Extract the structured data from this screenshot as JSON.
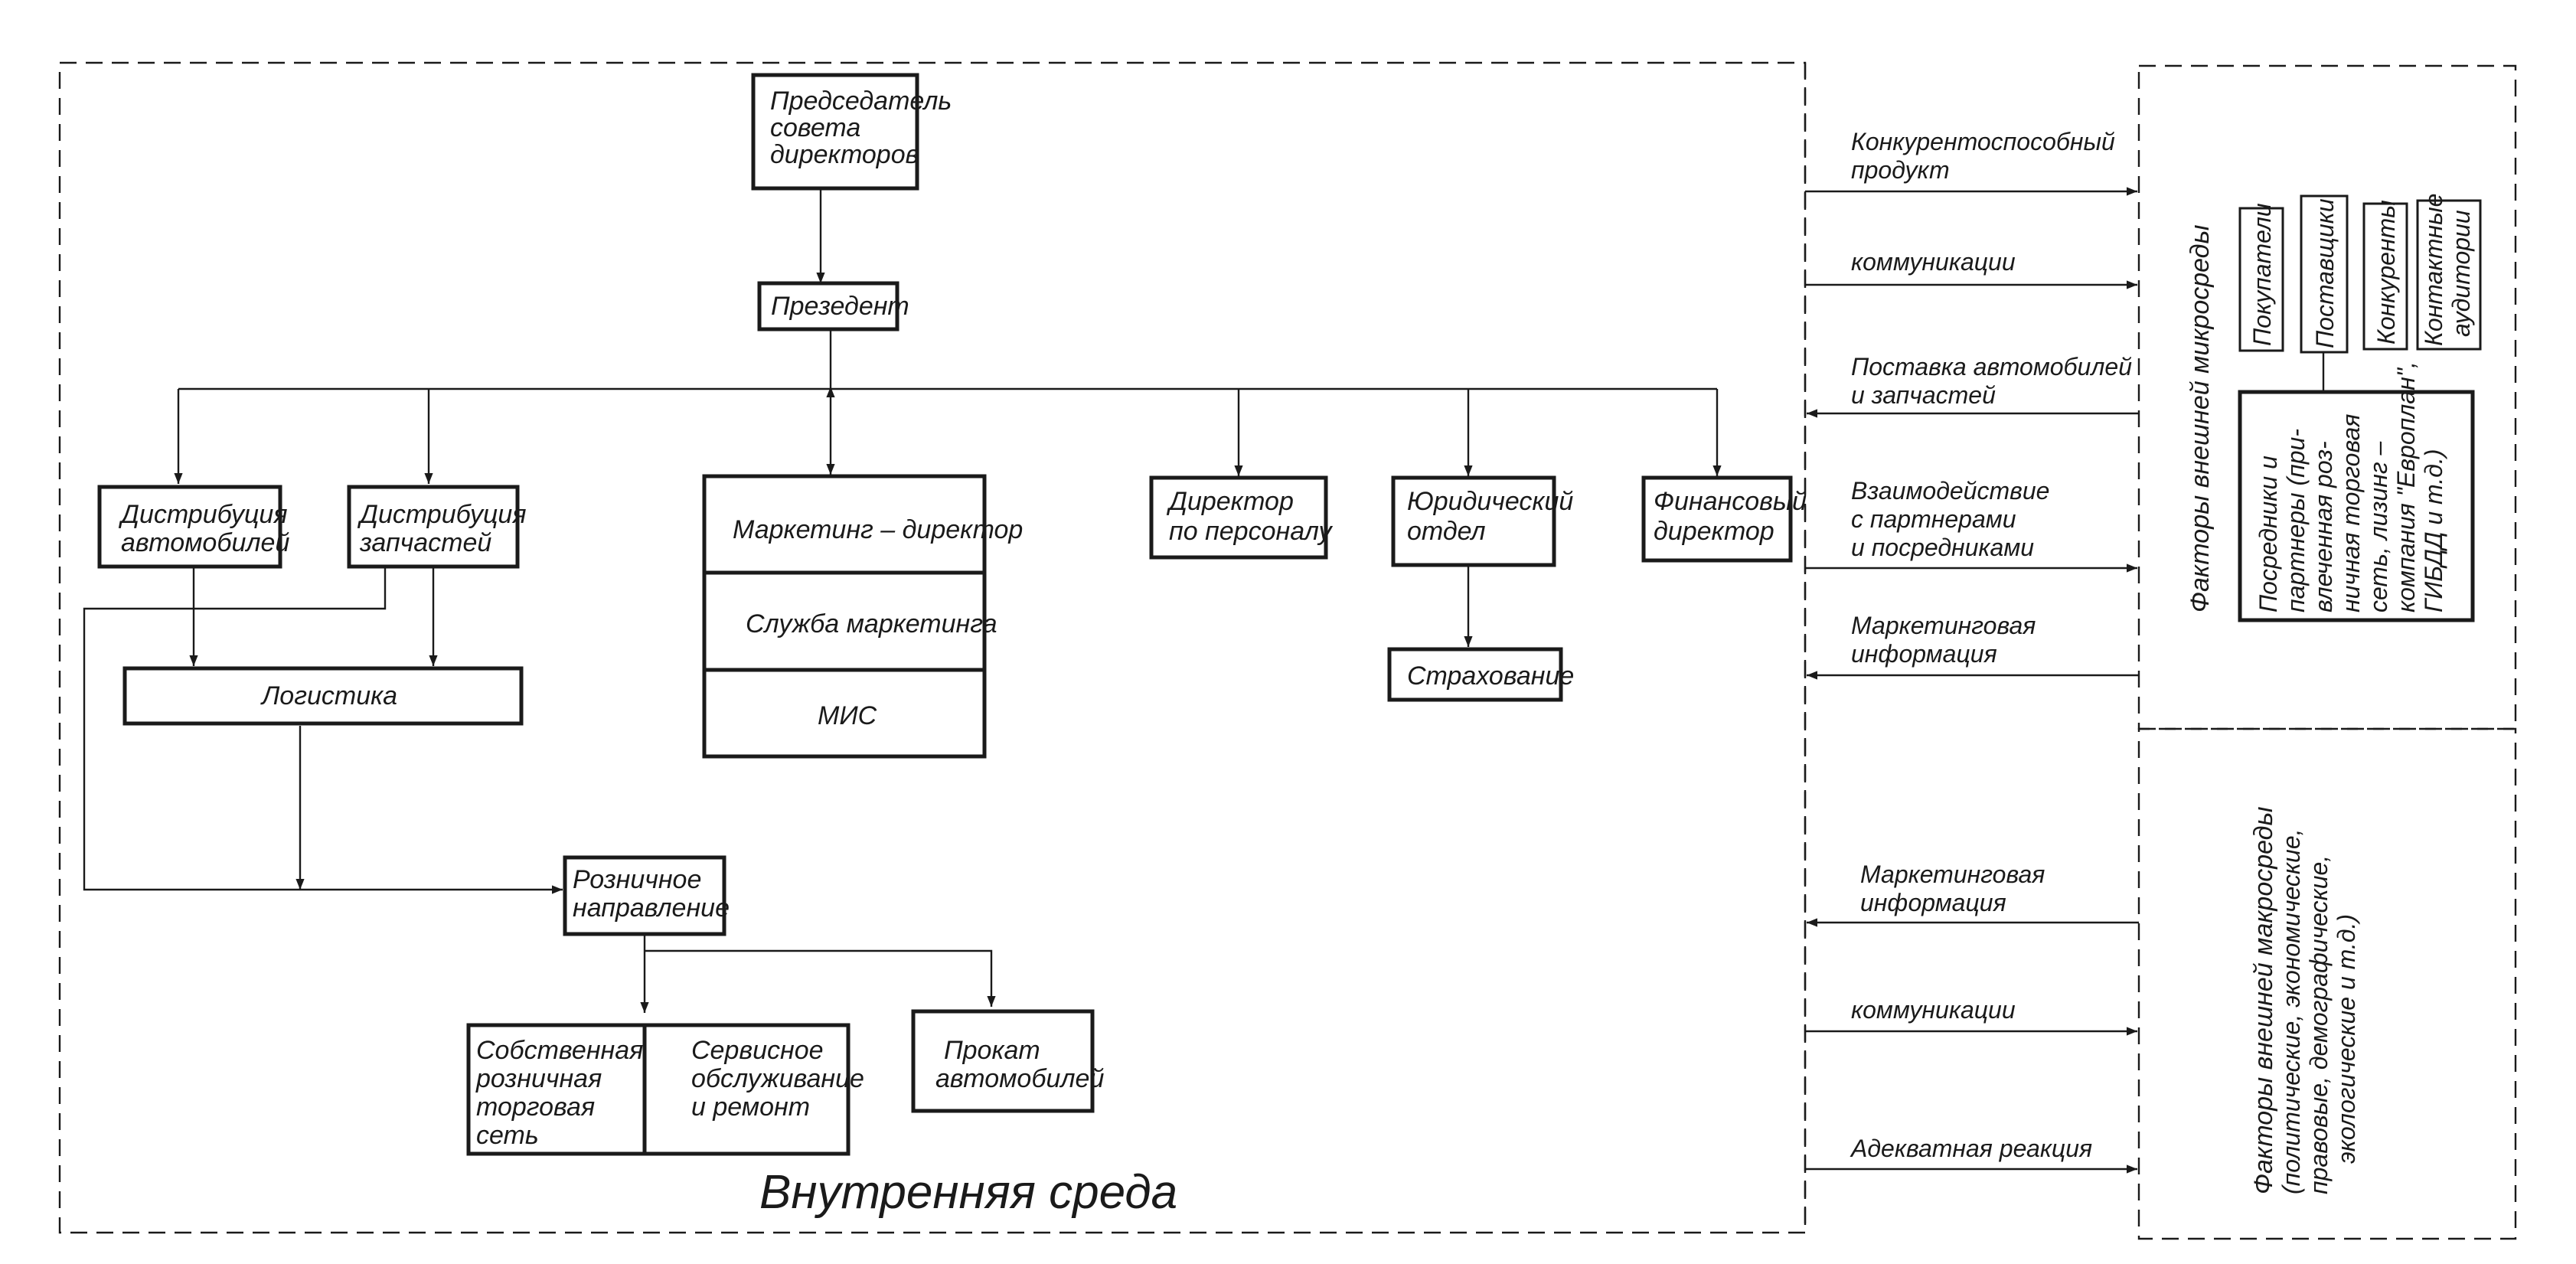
{
  "org": {
    "chairman": [
      "Председатель",
      "совета",
      "директоров"
    ],
    "president": "Презедент",
    "dist_cars": [
      "Дистрибуция",
      "автомобилей"
    ],
    "dist_parts": [
      "Дистрибуция",
      "запчастей"
    ],
    "logistics": "Логистика",
    "marketing_director": "Маркетинг – директор",
    "marketing_service": "Служба маркетинга",
    "mis": "МИС",
    "hr_director": [
      "Директор",
      "по персоналу"
    ],
    "legal_dept": [
      "Юридический",
      "отдел"
    ],
    "insurance": "Страхование",
    "finance_director": [
      "Финансовый",
      "директор"
    ],
    "retail": [
      "Розничное",
      "направление"
    ],
    "own_retail": [
      "Собственная",
      "розничная",
      "торговая",
      "сеть"
    ],
    "service_repair": [
      "Сервисное",
      "обслуживание",
      "и ремонт"
    ],
    "rental": [
      "Прокат",
      "автомобилей"
    ]
  },
  "internal_env_label": "Внутренняя среда",
  "flows": [
    {
      "label": [
        "Конкурентоспособный",
        "продукт"
      ],
      "direction": "out"
    },
    {
      "label": [
        "коммуникации"
      ],
      "direction": "out"
    },
    {
      "label": [
        "Поставка автомобилей",
        "и запчастей"
      ],
      "direction": "in"
    },
    {
      "label": [
        "Взаимодействие",
        "с партнерами",
        "и посредниками"
      ],
      "direction": "out"
    },
    {
      "label": [
        "Маркетинговая",
        "информация"
      ],
      "direction": "in"
    },
    {
      "label": [
        "Маркетинговая",
        "информация"
      ],
      "direction": "in"
    },
    {
      "label": [
        "коммуникации"
      ],
      "direction": "out"
    },
    {
      "label": [
        "Адекватная реакция"
      ],
      "direction": "out"
    }
  ],
  "micro": {
    "title": "Факторы внешней микросреды",
    "buyers": "Покупатели",
    "suppliers": "Поставщики",
    "competitors": "Конкуренты",
    "audiences": [
      "Контактные",
      "аудитории"
    ],
    "intermediaries": [
      "Посредники и",
      "партнеры (при-",
      "влеченная роз-",
      "ничная торговая",
      "сеть, лизинг –",
      "компания \"Европлан\",",
      "ГИБДД и т.д.)"
    ]
  },
  "macro": {
    "title": "Факторы внешней макросреды",
    "subtitle": [
      "(политические, экономические,",
      "правовые, демографические,",
      "экологические и т.д.)"
    ]
  }
}
